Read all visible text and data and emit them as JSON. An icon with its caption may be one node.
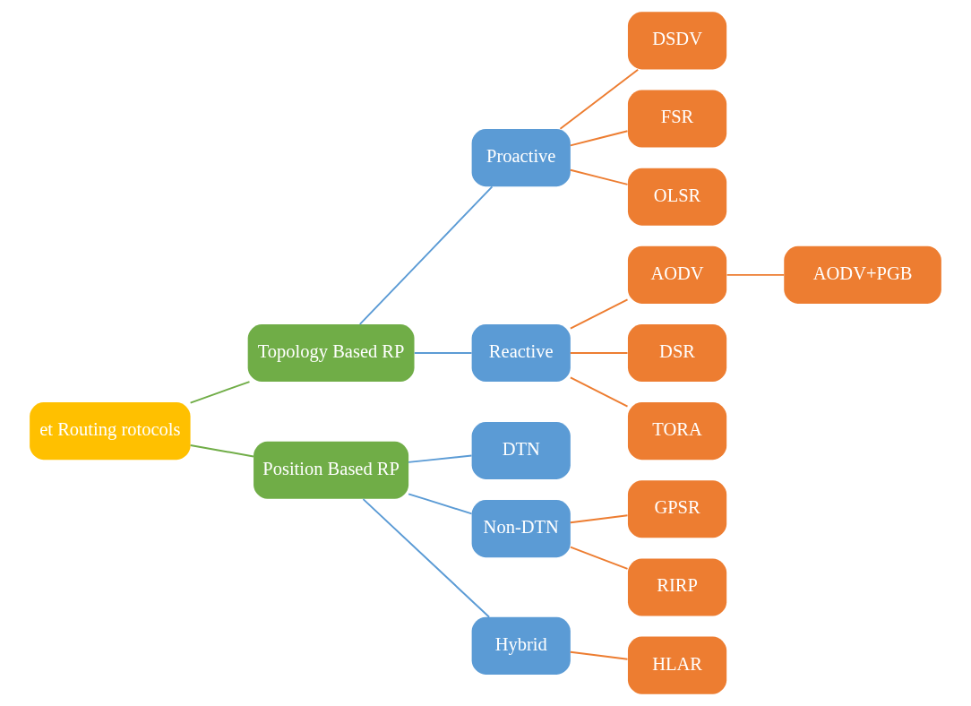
{
  "diagram": {
    "nodes": [
      {
        "text": [
          "et Routing rotocols"
        ]
      },
      {
        "text": [
          "Topology Based RP"
        ]
      },
      {
        "text": [
          "Proactive"
        ]
      },
      {
        "text": [
          "DSDV"
        ]
      },
      {
        "text": [
          "FSR"
        ]
      },
      {
        "text": [
          "OLSR"
        ]
      },
      {
        "text": [
          "Reactive"
        ]
      },
      {
        "text": [
          "AODV"
        ]
      },
      {
        "text": [
          "AODV+PGB"
        ]
      },
      {
        "text": [
          "DSR"
        ]
      },
      {
        "text": [
          "TORA"
        ]
      },
      {
        "text": [
          "Position Based RP"
        ]
      },
      {
        "text": [
          "DTN"
        ]
      },
      {
        "text": [
          "Non-DTN"
        ]
      },
      {
        "text": [
          "GPSR"
        ]
      },
      {
        "text": [
          "RIRP"
        ]
      },
      {
        "text": [
          "Hybrid"
        ]
      },
      {
        "text": [
          "HLAR"
        ]
      }
    ],
    "edges": [
      {
        "from": 0,
        "to": 1,
        "arrow": "none",
        "color": "#70ad47"
      },
      {
        "from": 1,
        "to": 2,
        "arrow": "none",
        "color": "#5b9bd5"
      },
      {
        "from": 2,
        "to": 3,
        "arrow": "none"
      },
      {
        "from": 2,
        "to": 4,
        "arrow": "none"
      },
      {
        "from": 2,
        "to": 5,
        "arrow": "none"
      },
      {
        "from": 1,
        "to": 6,
        "arrow": "none",
        "color": "#5b9bd5"
      },
      {
        "from": 6,
        "to": 7,
        "arrow": "none"
      },
      {
        "from": 7,
        "to": 8,
        "arrow": "none"
      },
      {
        "from": 6,
        "to": 9,
        "arrow": "none"
      },
      {
        "from": 6,
        "to": 10,
        "arrow": "none"
      },
      {
        "from": 0,
        "to": 11,
        "arrow": "none",
        "color": "#70ad47"
      },
      {
        "from": 11,
        "to": 12,
        "arrow": "none",
        "color": "#5b9bd5"
      },
      {
        "from": 11,
        "to": 13,
        "arrow": "none",
        "color": "#5b9bd5"
      },
      {
        "from": 13,
        "to": 14,
        "arrow": "none"
      },
      {
        "from": 13,
        "to": 15,
        "arrow": "none"
      },
      {
        "from": 11,
        "to": 16,
        "arrow": "none",
        "color": "#5b9bd5"
      },
      {
        "from": 16,
        "to": 17,
        "arrow": "none"
      }
    ]
  }
}
